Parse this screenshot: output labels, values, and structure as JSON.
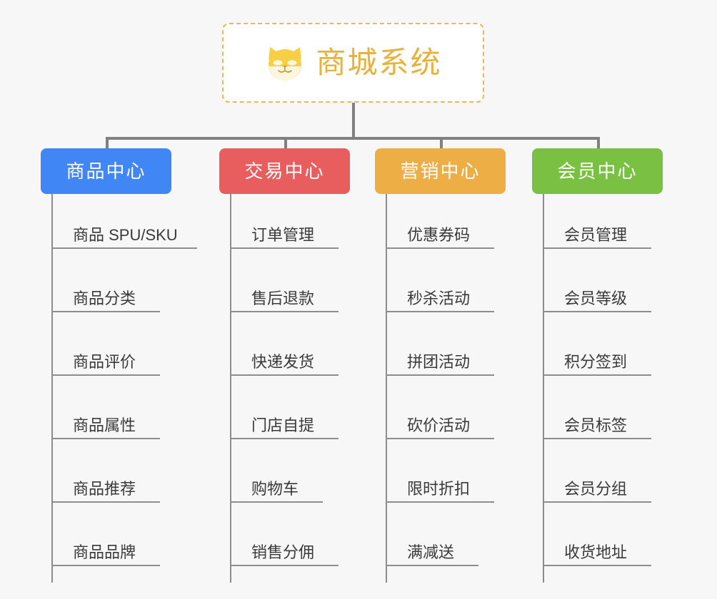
{
  "diagram": {
    "background_color": "#f7f7f7",
    "line_color": "#808080",
    "root": {
      "title": "商城系统",
      "icon": "shiba-dog-icon",
      "text_color": "#e8b13c",
      "border_color": "#f0b74a"
    },
    "columns": [
      {
        "id": "product-center",
        "label": "商品中心",
        "color": "#4086f4",
        "items": [
          {
            "label": "商品 SPU/SKU"
          },
          {
            "label": "商品分类"
          },
          {
            "label": "商品评价"
          },
          {
            "label": "商品属性"
          },
          {
            "label": "商品推荐"
          },
          {
            "label": "商品品牌"
          }
        ]
      },
      {
        "id": "trade-center",
        "label": "交易中心",
        "color": "#e85d5d",
        "items": [
          {
            "label": "订单管理"
          },
          {
            "label": "售后退款"
          },
          {
            "label": "快递发货"
          },
          {
            "label": "门店自提"
          },
          {
            "label": "购物车"
          },
          {
            "label": "销售分佣"
          }
        ]
      },
      {
        "id": "marketing-center",
        "label": "营销中心",
        "color": "#eeae46",
        "items": [
          {
            "label": "优惠券码"
          },
          {
            "label": "秒杀活动"
          },
          {
            "label": "拼团活动"
          },
          {
            "label": "砍价活动"
          },
          {
            "label": "限时折扣"
          },
          {
            "label": "满减送"
          }
        ]
      },
      {
        "id": "member-center",
        "label": "会员中心",
        "color": "#7ac143",
        "items": [
          {
            "label": "会员管理"
          },
          {
            "label": "会员等级"
          },
          {
            "label": "积分签到"
          },
          {
            "label": "会员标签"
          },
          {
            "label": "会员分组"
          },
          {
            "label": "收货地址"
          }
        ]
      }
    ]
  }
}
